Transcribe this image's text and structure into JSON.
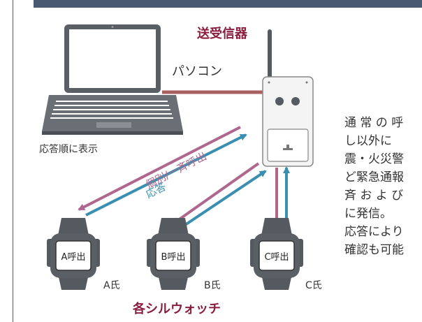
{
  "labels": {
    "transceiver": "送受信器",
    "pc": "パソコン",
    "display_order": "応答順に表示",
    "call_arrow": "個別/一斉呼出",
    "response_arrow": "応答",
    "watches_caption": "各シルウォッチ"
  },
  "watches": [
    {
      "screen": "A呼出",
      "owner": "A氏"
    },
    {
      "screen": "B呼出",
      "owner": "B氏"
    },
    {
      "screen": "C呼出",
      "owner": "C氏"
    }
  ],
  "description_lines": [
    "通 常 の 呼",
    "し以外に",
    "震・火災警",
    "ど緊急通報",
    "斉 お よ び",
    "に発信。",
    "応答により",
    "確認も可能"
  ],
  "colors": {
    "call_arrow": "#b0678e",
    "response_arrow": "#3a8fb0",
    "link_line": "#a86060",
    "header_bar": "#4a5a70",
    "caption_red": "#8a1c3c"
  }
}
